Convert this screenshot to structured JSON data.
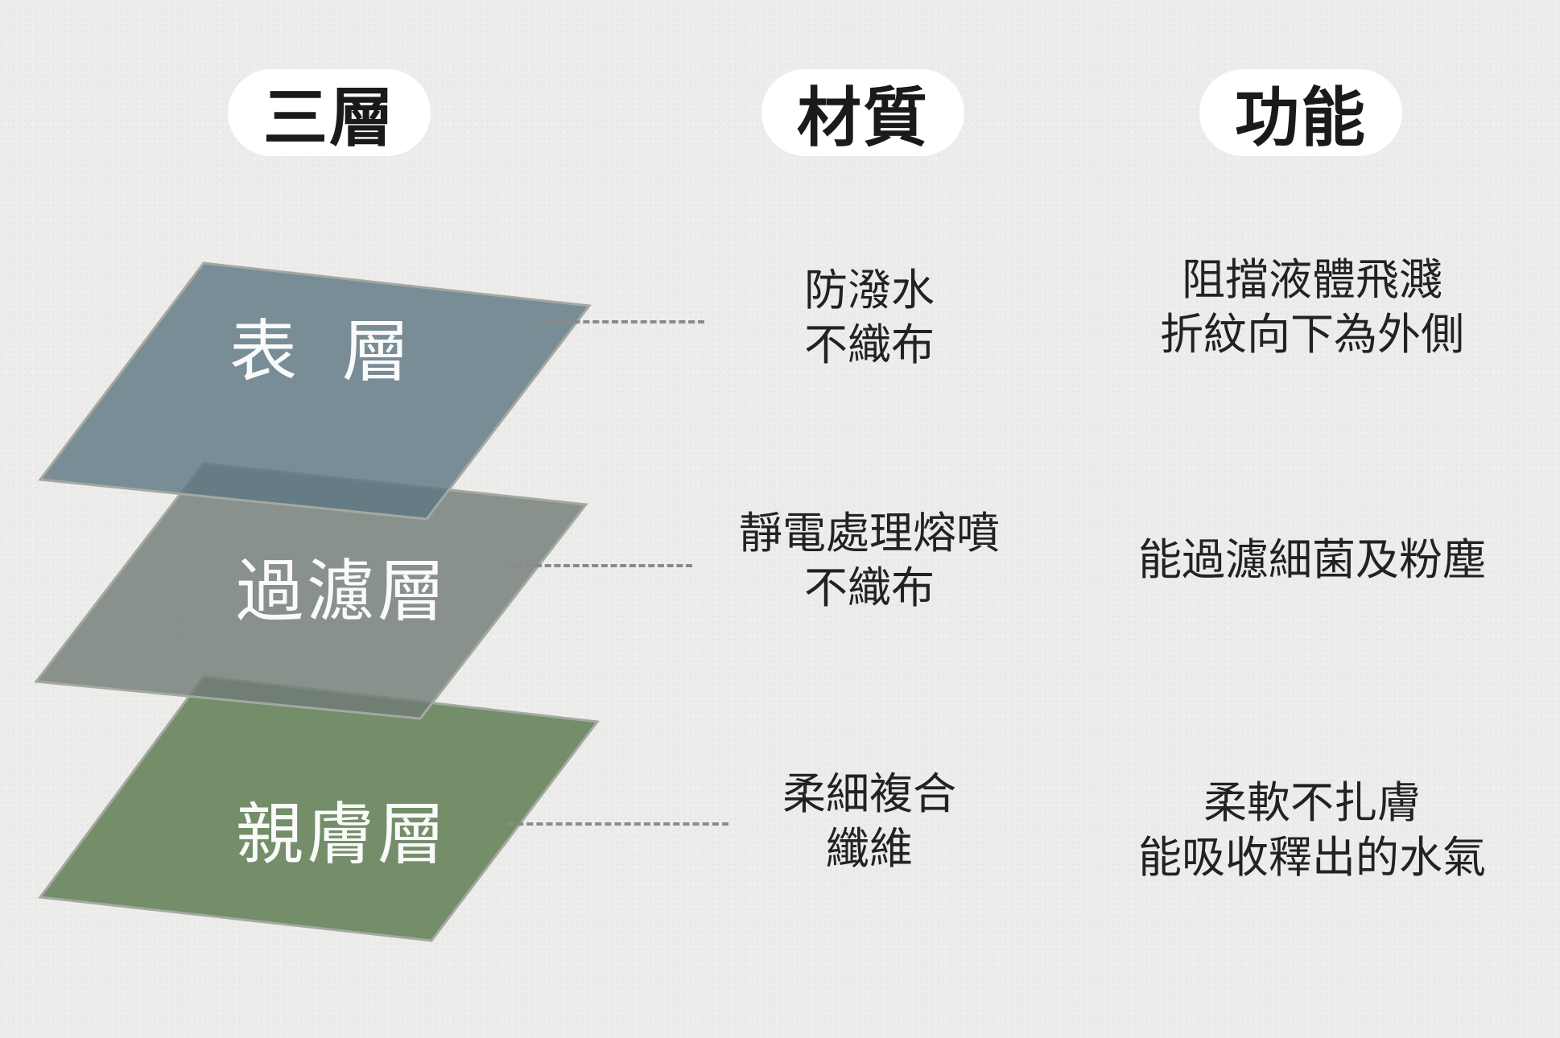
{
  "headers": {
    "layers": "三層",
    "material": "材質",
    "function": "功能"
  },
  "layers": [
    {
      "name": "表層",
      "material": [
        "防潑水",
        "不織布"
      ],
      "function": [
        "阻擋液體飛濺",
        "折紋向下為外側"
      ],
      "color": "#5e7782"
    },
    {
      "name": "過濾層",
      "material": [
        "靜電處理熔噴",
        "不織布"
      ],
      "function": [
        "能過濾細菌及粉塵"
      ],
      "color": "#6f7a76"
    },
    {
      "name": "親膚層",
      "material": [
        "柔細複合",
        "纖維"
      ],
      "function": [
        "柔軟不扎膚",
        "能吸收釋出的水氣"
      ],
      "color": "#6e8a64"
    }
  ],
  "colors": {
    "background": "#ececea",
    "pill": "#ffffff",
    "connector": "#8a8a8a",
    "text": "#222222"
  }
}
